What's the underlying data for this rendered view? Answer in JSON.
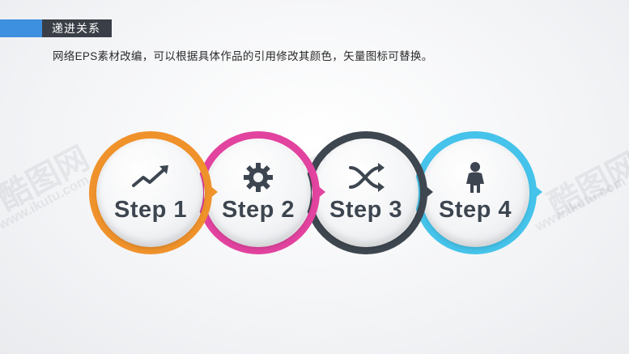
{
  "header": {
    "title": "递进关系"
  },
  "subtitle": "网络EPS素材改编，可以根据具体作品的引用修改其颜色，矢量图标可替换。",
  "watermark": {
    "logo": "酷图网",
    "url": "www.ikutu.com"
  },
  "colors": {
    "accent": "#3d8fe0",
    "ring1": "#f0922b",
    "ring2": "#e2439f",
    "ring3": "#3e4750",
    "ring4": "#45c3ea",
    "text": "#3d4650"
  },
  "steps": [
    {
      "label": "Step 1",
      "icon": "trend-up-icon",
      "color": "#f0922b"
    },
    {
      "label": "Step 2",
      "icon": "gear-icon",
      "color": "#e2439f"
    },
    {
      "label": "Step 3",
      "icon": "shuffle-arrows-icon",
      "color": "#3e4750"
    },
    {
      "label": "Step 4",
      "icon": "person-icon",
      "color": "#45c3ea"
    }
  ]
}
